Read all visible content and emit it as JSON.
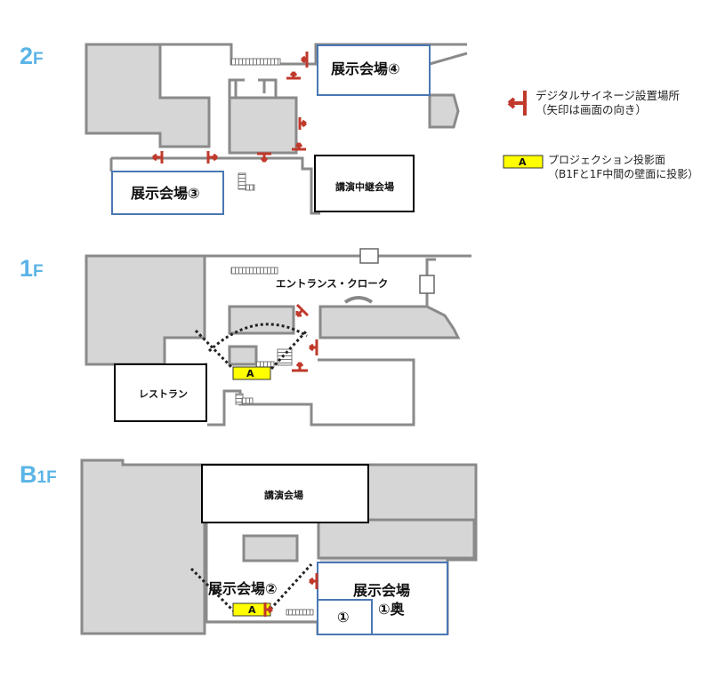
{
  "floors": {
    "f2": {
      "label_main": "2",
      "label_sub": "F"
    },
    "f1": {
      "label_main": "1",
      "label_sub": "F"
    },
    "b1": {
      "label_main": "B",
      "label_sub": "1F"
    }
  },
  "rooms": {
    "hall4": "展示会場④",
    "hall3": "展示会場③",
    "relay_lecture": "講演中継会場",
    "entrance": "エントランス・クローク",
    "restaurant": "レストラン",
    "lecture": "講演会場",
    "hall2": "展示会場②",
    "hall1_top": "展示会場",
    "hall1_front": "①",
    "hall1_back": "①奥"
  },
  "projection_markers": {
    "f1": "A",
    "b1": "A"
  },
  "legend": {
    "signage_line1": "デジタルサイネージ設置場所",
    "signage_line2": "（矢印は画面の向き）",
    "projection_key": "A",
    "projection_line1": "プロジェクション投影面",
    "projection_line2": "（B1Fと1F中間の壁面に投影）"
  },
  "colors": {
    "signage": "#c0392b",
    "hall_border": "#4a77b4",
    "projection_fill": "#ffff00",
    "building_fill": "#d6d6d6",
    "wall_line": "#8a8a8a",
    "floor_label": "#5bb4e6"
  }
}
